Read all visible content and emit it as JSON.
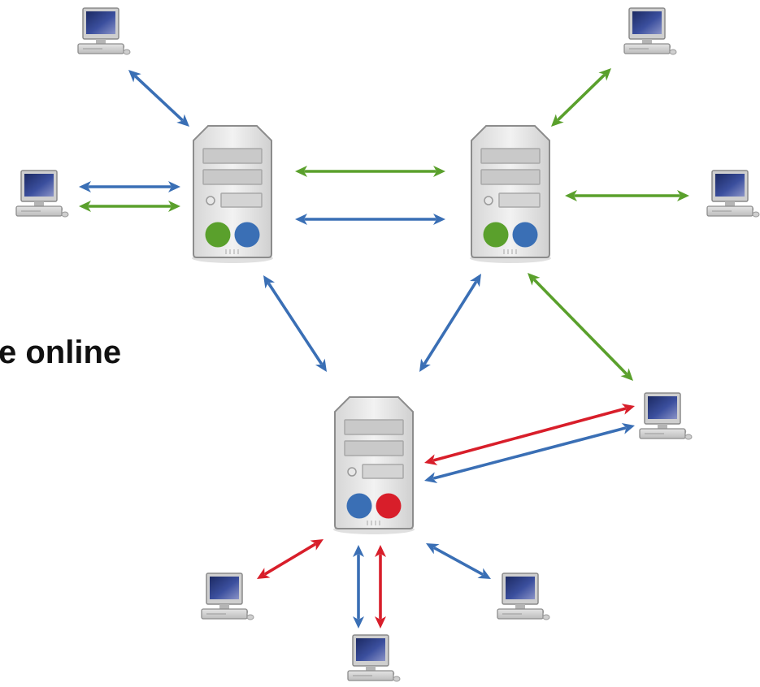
{
  "caption": "e online",
  "colors": {
    "blue": "#3a6fb5",
    "green": "#5aa02c",
    "red": "#d81e2a",
    "server_body": "#e6e6e6",
    "server_edge": "#8c8c8c"
  },
  "servers": [
    {
      "id": "server-left",
      "leds": [
        "green",
        "blue"
      ]
    },
    {
      "id": "server-right",
      "leds": [
        "green",
        "blue"
      ]
    },
    {
      "id": "server-bottom",
      "leds": [
        "blue",
        "red"
      ]
    }
  ],
  "clients": [
    {
      "id": "client-top-left"
    },
    {
      "id": "client-left"
    },
    {
      "id": "client-top-right"
    },
    {
      "id": "client-right"
    },
    {
      "id": "client-far-right"
    },
    {
      "id": "client-bottom-left"
    },
    {
      "id": "client-bottom"
    },
    {
      "id": "client-bottom-right"
    }
  ],
  "links": [
    {
      "from": "client-top-left",
      "to": "server-left",
      "color": "blue"
    },
    {
      "from": "client-left",
      "to": "server-left",
      "color": "blue"
    },
    {
      "from": "client-left",
      "to": "server-left",
      "color": "green"
    },
    {
      "from": "server-left",
      "to": "server-right",
      "color": "green"
    },
    {
      "from": "server-left",
      "to": "server-right",
      "color": "blue"
    },
    {
      "from": "client-top-right",
      "to": "server-right",
      "color": "green"
    },
    {
      "from": "client-right",
      "to": "server-right",
      "color": "green"
    },
    {
      "from": "server-left",
      "to": "server-bottom",
      "color": "blue"
    },
    {
      "from": "server-right",
      "to": "server-bottom",
      "color": "blue"
    },
    {
      "from": "server-right",
      "to": "client-far-right",
      "color": "green"
    },
    {
      "from": "client-far-right",
      "to": "server-bottom",
      "color": "red"
    },
    {
      "from": "client-far-right",
      "to": "server-bottom",
      "color": "blue"
    },
    {
      "from": "client-bottom-left",
      "to": "server-bottom",
      "color": "red"
    },
    {
      "from": "client-bottom",
      "to": "server-bottom",
      "color": "blue"
    },
    {
      "from": "client-bottom",
      "to": "server-bottom",
      "color": "red"
    },
    {
      "from": "client-bottom-right",
      "to": "server-bottom",
      "color": "blue"
    }
  ]
}
